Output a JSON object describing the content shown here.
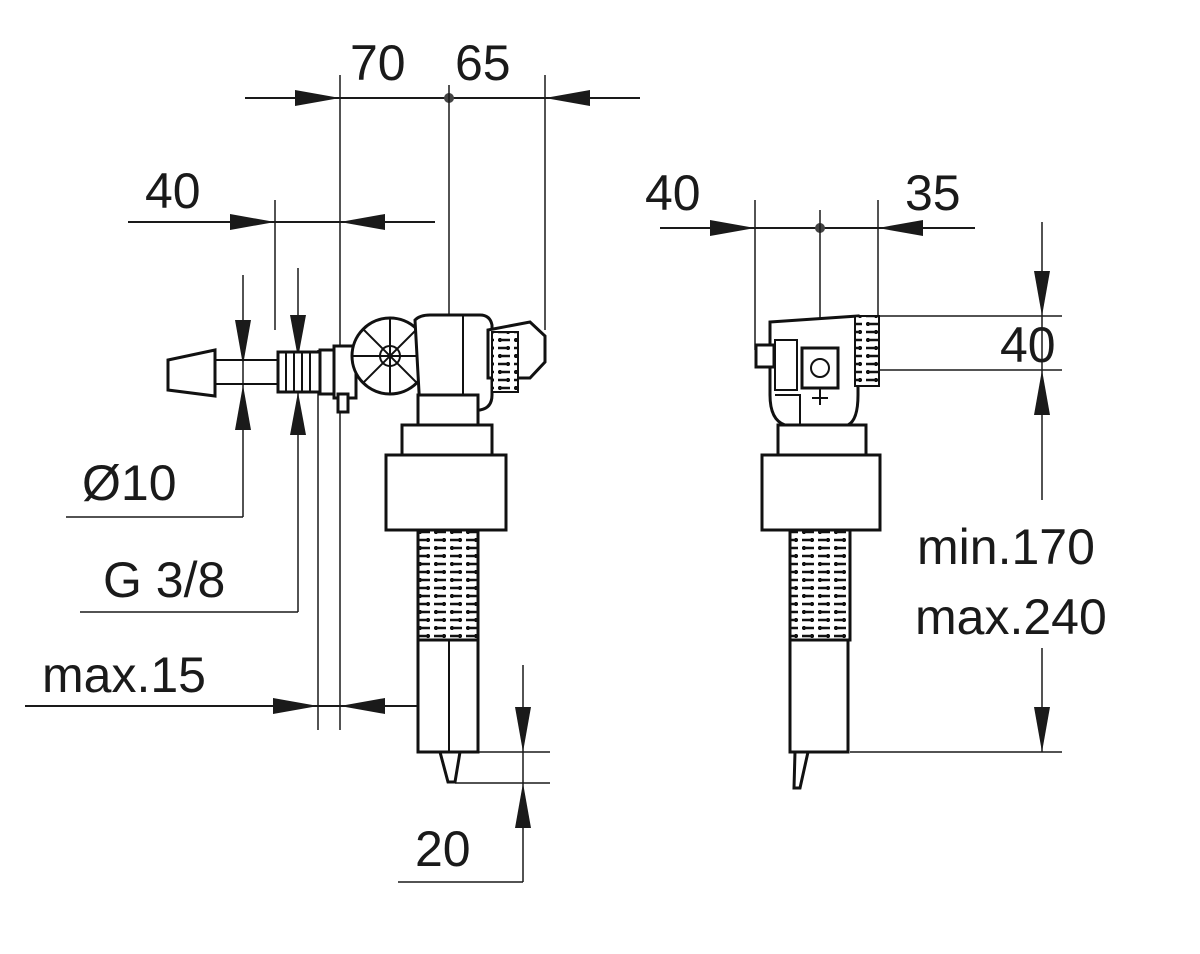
{
  "colors": {
    "line": "#1a1a1a",
    "background": "#ffffff"
  },
  "front_view": {
    "dims": {
      "top_left": "70",
      "top_right": "65",
      "offset_left": "40",
      "diameter": "Ø10",
      "thread": "G 3/8",
      "max_depth": "max.15",
      "bottom": "20"
    }
  },
  "side_view": {
    "dims": {
      "top_left": "40",
      "top_right": "35",
      "head_height": "40",
      "height_min": "min.170",
      "height_max": "max.240"
    }
  }
}
